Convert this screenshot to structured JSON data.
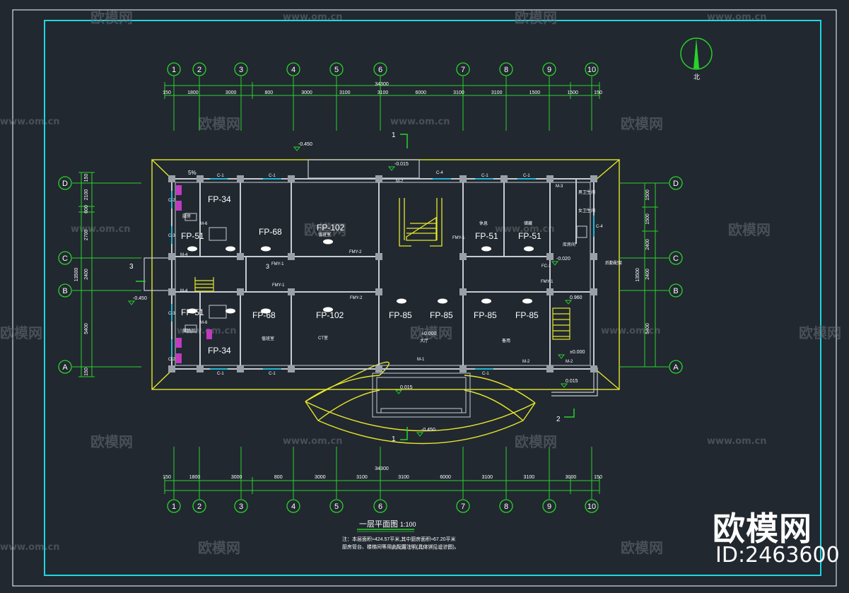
{
  "grid": {
    "columns": [
      "1",
      "2",
      "3",
      "4",
      "5",
      "6",
      "7",
      "8",
      "9",
      "10"
    ],
    "rows": [
      "D",
      "C",
      "B",
      "A"
    ]
  },
  "dimensions": {
    "top": [
      "150",
      "1800",
      "3000",
      "800",
      "3000",
      "3100",
      "3100",
      "6000",
      "3100",
      "3100",
      "1500",
      "1500",
      "150"
    ],
    "top_total": "34300",
    "bottom": [
      "150",
      "1800",
      "3000",
      "800",
      "3000",
      "3100",
      "3100",
      "6000",
      "3100",
      "3100",
      "3000",
      "150"
    ],
    "bottom_total": "34300",
    "left": [
      "150",
      "2100",
      "600",
      "2700",
      "2400",
      "5400",
      "150"
    ],
    "left_total": "13500",
    "right": [
      "1500",
      "1500",
      "2400",
      "2400",
      "5400"
    ],
    "right_total": "13500"
  },
  "levels": {
    "top": "-0.450",
    "entry_top": "-0.015",
    "left": "-0.450",
    "corridor": "-0.020",
    "stair": "0.960",
    "hall": "±0.000",
    "stair_base": "±0.000",
    "porch": "0.015",
    "right_bottom": "0.015",
    "bottom": "-0.450"
  },
  "section_marks": {
    "top": "1",
    "bottom": "1",
    "left": "3",
    "mid": "3",
    "right": "2"
  },
  "fixtures": [
    "FP-34",
    "FP-51",
    "FP-68",
    "FP-102",
    "FP-51",
    "FP-51",
    "FP-51",
    "FP-68",
    "FP-102",
    "FP-85",
    "FP-85",
    "FP-85",
    "FP-85",
    "FP-34"
  ],
  "windows": [
    "C-1",
    "C-1",
    "C-4",
    "C-1",
    "C-1",
    "C-1",
    "C-1",
    "C-1",
    "C-2",
    "C-3",
    "C-3",
    "C-2",
    "C-4"
  ],
  "doors": [
    "M-2",
    "M-3",
    "M-4",
    "M-4",
    "M-6",
    "M-6",
    "M-1",
    "M-2",
    "M-2",
    "FMY-1",
    "FMY-1",
    "FMY-2",
    "FMY-2",
    "FMY-1",
    "FMY-1",
    "FC-1"
  ],
  "rooms": {
    "ct": "CT室",
    "hall": "大厅",
    "office": "备用",
    "rest": "值班室",
    "spare": "休息",
    "spare2": "储藏",
    "duty": "值班室",
    "dry": "库房间",
    "male": "男卫生间",
    "female": "女卫生间",
    "kitchen": "厨房",
    "pantry": "储物间",
    "store": "后勤配套"
  },
  "labels": {
    "slope": "5%",
    "north": "北",
    "title": "一层平面图",
    "scale": "1:100",
    "note1": "注：本层面积≈424.57平米,其中厨房面积≈67.20平米",
    "note2": "厨房管台、楼梯间等用此配置注明(具体详见设计图)。"
  },
  "branding": {
    "watermark_cn": "欧模网",
    "watermark_url": "www.om.cn",
    "brand": "欧模网",
    "id": "ID:2463600"
  },
  "colors": {
    "background": "#212830",
    "frame": "#1fd6df",
    "axis": "#2ad22a",
    "wall": "#c6cbd2",
    "outline": "#e6e62a",
    "cyan": "#25b8d6",
    "magenta": "#c23ac0"
  }
}
